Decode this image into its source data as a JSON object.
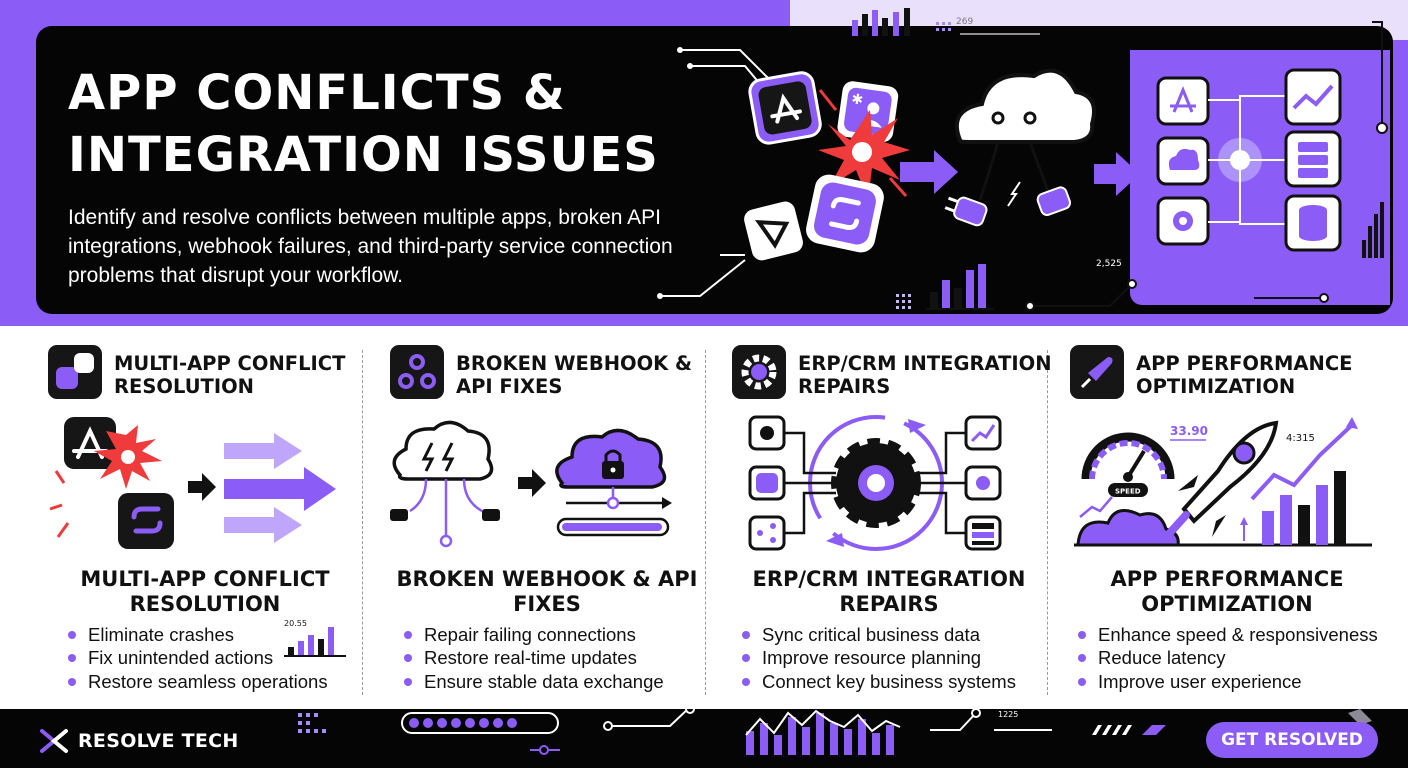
{
  "hero": {
    "title_line1": "APP CONFLICTS &",
    "title_line2": "INTEGRATION ISSUES",
    "description": "Identify and resolve conflicts between multiple apps, broken API integrations, webhook failures, and third-party service connection problems that disrupt your workflow.",
    "stat_top": "269",
    "stat_bottom": "2,525"
  },
  "columns": [
    {
      "head_title": "MULTI-APP CONFLICT RESOLUTION",
      "title": "MULTI-APP CONFLICT RESOLUTION",
      "bullets": [
        "Eliminate crashes",
        "Fix unintended actions",
        "Restore seamless operations"
      ],
      "stat": "20.55",
      "icon": "app-conflict-icon"
    },
    {
      "head_title": "BROKEN WEBHOOK & API FIXES",
      "title": "BROKEN WEBHOOK & API FIXES",
      "bullets": [
        "Repair failing connections",
        "Restore real-time updates",
        "Ensure stable data exchange"
      ],
      "icon": "webhook-icon"
    },
    {
      "head_title": "ERP/CRM INTEGRATION REPAIRS",
      "title": "ERP/CRM INTEGRATION REPAIRS",
      "bullets": [
        "Sync critical business data",
        "Improve resource planning",
        "Connect key business systems"
      ],
      "icon": "gear-icon"
    },
    {
      "head_title": "APP PERFORMANCE OPTIMIZATION",
      "title": "APP PERFORMANCE OPTIMIZATION",
      "bullets": [
        "Enhance speed & responsiveness",
        "Reduce latency",
        "Improve user experience"
      ],
      "stat_a": "33.90",
      "stat_b": "4:315",
      "gauge_label": "SPEED",
      "icon": "rocket-icon"
    }
  ],
  "footer": {
    "brand": "RESOLVE TECH",
    "stat": "1225",
    "cta": "GET RESOLVED"
  },
  "colors": {
    "accent": "#8b5cf6",
    "dark": "#050505",
    "light": "#e9e1fb",
    "spark": "#ef3b3b"
  }
}
